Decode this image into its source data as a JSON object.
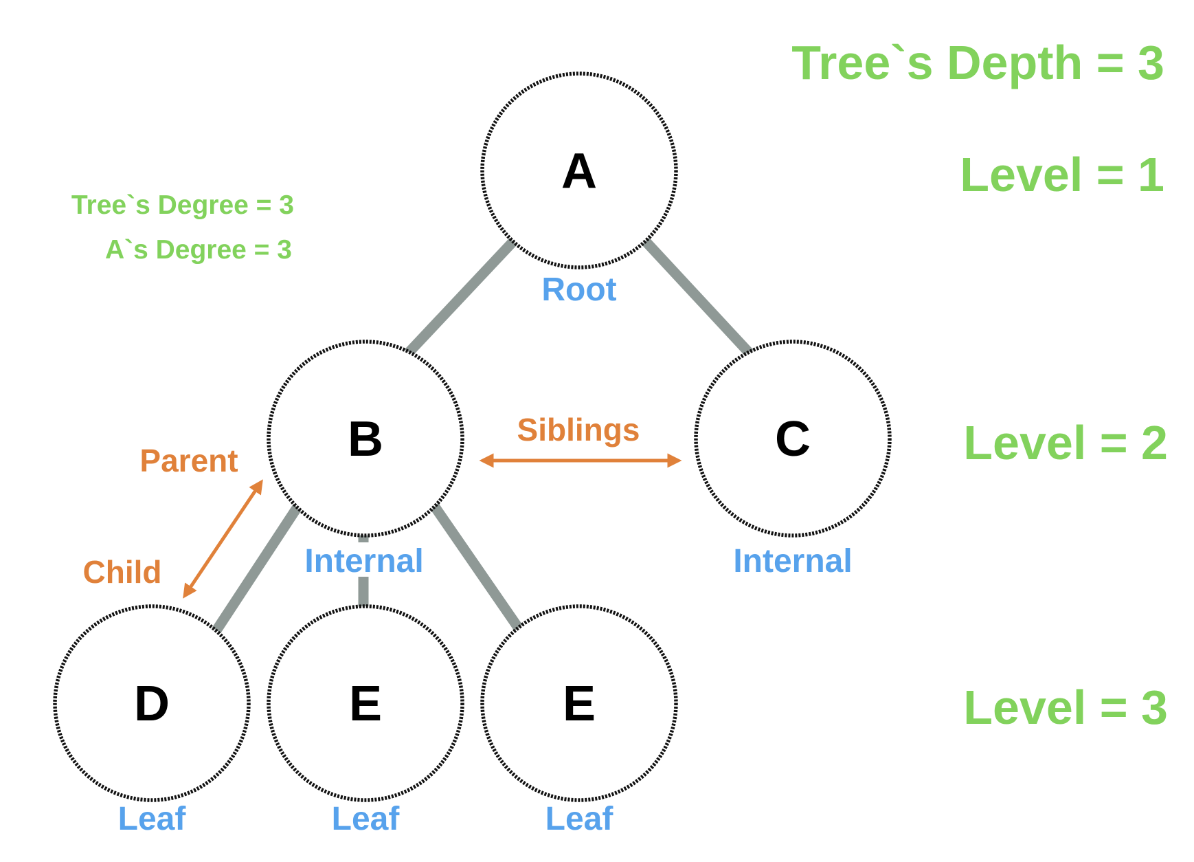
{
  "colors": {
    "edge": "#8f9996",
    "node_stroke": "#111111",
    "role_text": "#57a2ec",
    "relation": "#e0813a",
    "level_text": "#82d25c"
  },
  "nodes": {
    "A": {
      "label": "A",
      "role": "Root"
    },
    "B": {
      "label": "B",
      "role": "Internal"
    },
    "C": {
      "label": "C",
      "role": "Internal"
    },
    "D": {
      "label": "D",
      "role": "Leaf"
    },
    "E1": {
      "label": "E",
      "role": "Leaf"
    },
    "E2": {
      "label": "E",
      "role": "Leaf"
    }
  },
  "relations": {
    "siblings": "Siblings",
    "parent": "Parent",
    "child": "Child"
  },
  "annotations": {
    "tree_depth": "Tree`s Depth = 3",
    "level_1": "Level = 1",
    "level_2": "Level = 2",
    "level_3": "Level = 3",
    "tree_degree": "Tree`s Degree = 3",
    "a_degree": "A`s Degree = 3"
  }
}
